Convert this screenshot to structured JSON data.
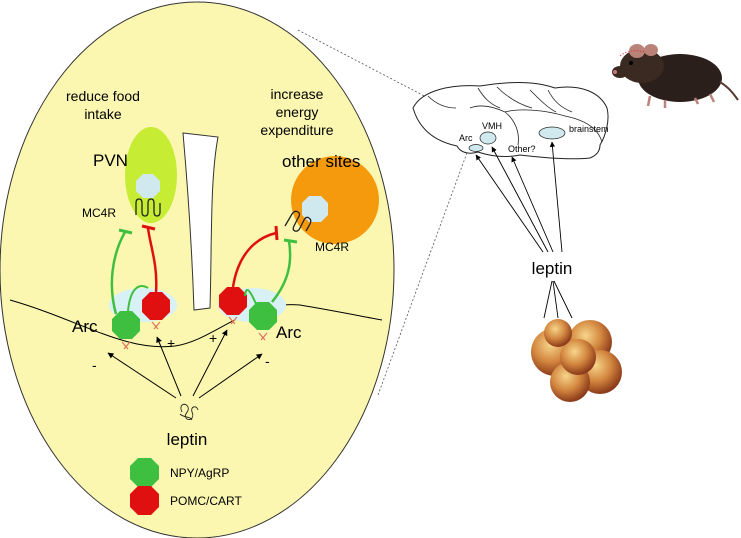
{
  "colors": {
    "oval_fill": "#fbf7b0",
    "npy": "#3fbf3f",
    "pomc": "#e01010",
    "pvn": "#c6ec33",
    "other_sites": "#f59a0c",
    "nucleus": "#cfe9ef",
    "arc_bg": "#d7f1f4",
    "fat": "#d88a45"
  },
  "labels": {
    "reduce_food_intake_line1": "reduce food",
    "reduce_food_intake_line2": "intake",
    "increase_energy_line1": "increase",
    "increase_energy_line2": "energy",
    "increase_energy_line3": "expenditure",
    "pvn": "PVN",
    "other_sites": "other sites",
    "mc4r_left": "MC4R",
    "mc4r_right": "MC4R",
    "arc_left": "Arc",
    "arc_right": "Arc",
    "sign_minus_left": "-",
    "sign_plus_left": "+",
    "sign_plus_right": "+",
    "sign_minus_right": "-",
    "leptin_center": "leptin"
  },
  "legend": {
    "npy": "NPY/AgRP",
    "pomc": "POMC/CART"
  },
  "brain": {
    "arc": "Arc",
    "vmh": "VMH",
    "other": "Other?",
    "brainstem": "brainstem"
  },
  "leptin_right": "leptin",
  "icons": {
    "mouse": "mouse-icon",
    "fat": "adipose-cluster-icon",
    "leptin_molecule": "leptin-molecule-icon",
    "receptor": "mc4r-receptor-icon"
  }
}
